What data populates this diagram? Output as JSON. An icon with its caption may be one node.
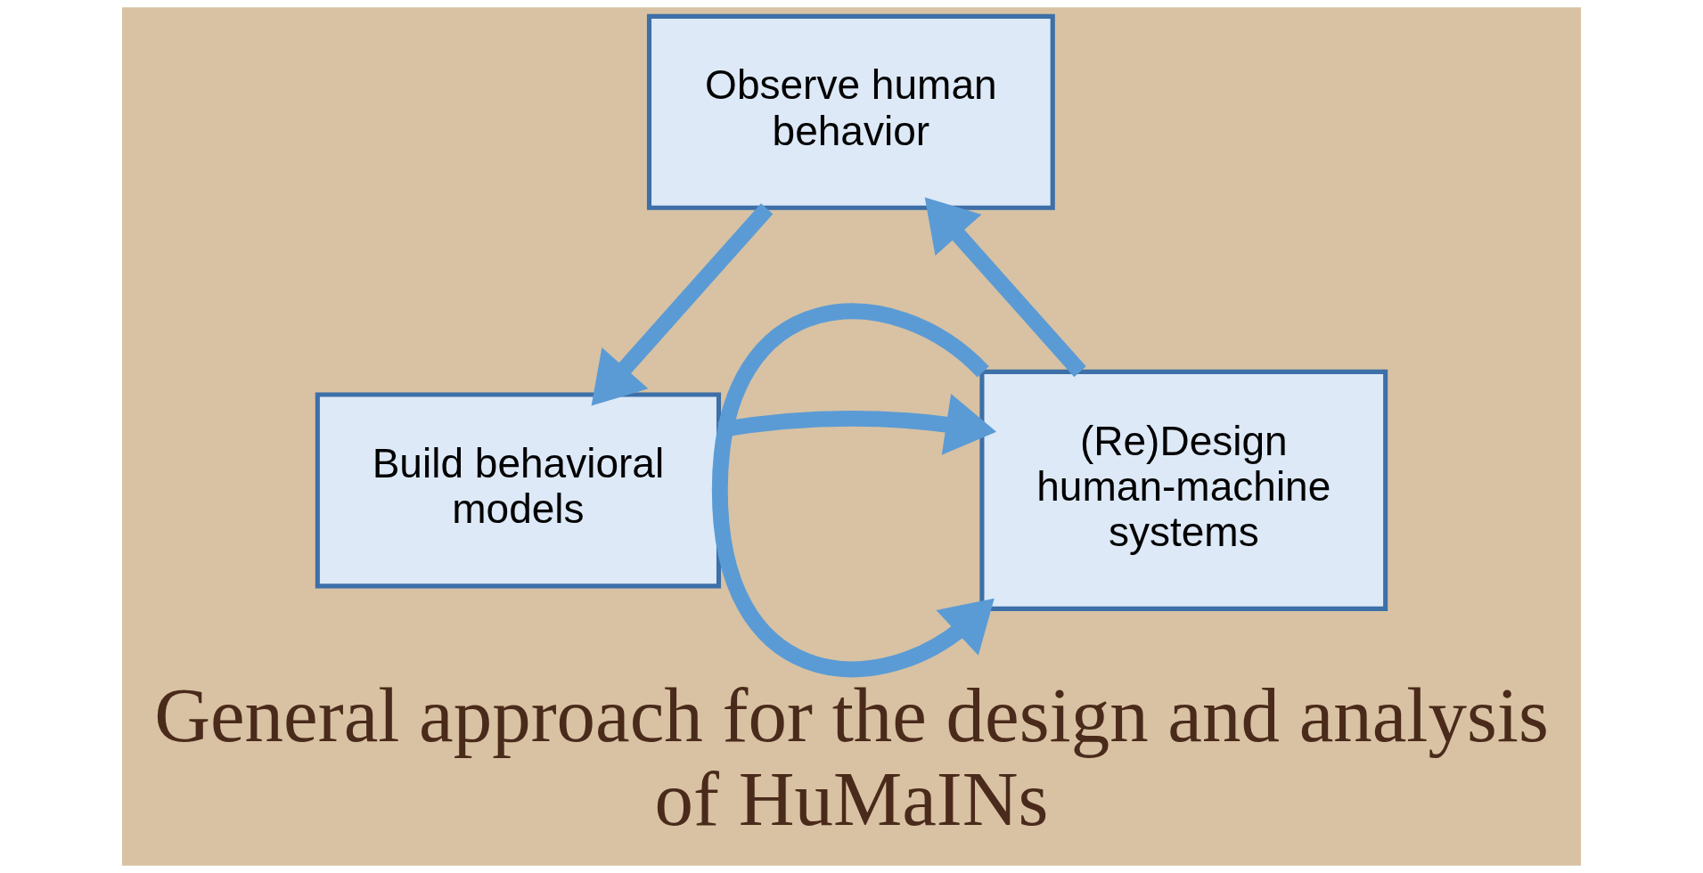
{
  "diagram": {
    "caption": "General approach for the design and analysis of HuMaINs",
    "nodes": [
      {
        "text": [
          "Observe human behavior"
        ]
      },
      {
        "text": [
          "(Re)Design human-machine systems"
        ]
      },
      {
        "text": [
          "Build behavioral models"
        ]
      }
    ],
    "edges": [
      {
        "from": 1,
        "to": 0,
        "arrow": "to"
      },
      {
        "from": 0,
        "to": 2,
        "arrow": "to"
      },
      {
        "from": 2,
        "to": 1,
        "arrow": "to"
      },
      {
        "from": 1,
        "to": 1,
        "arrow": "to"
      }
    ]
  }
}
